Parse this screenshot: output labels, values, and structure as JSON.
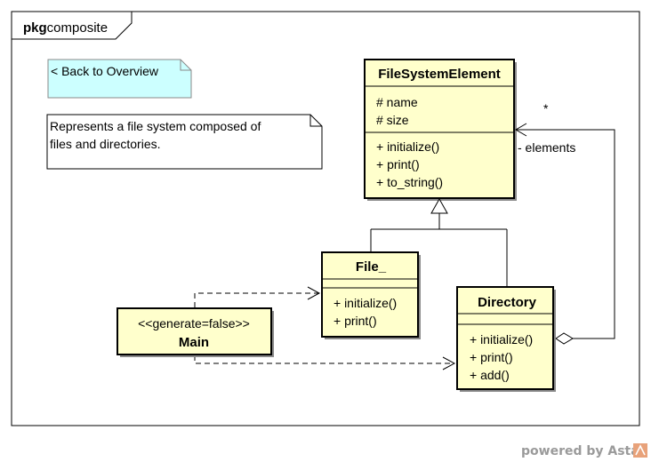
{
  "package": {
    "keyword": "pkg",
    "name": "composite"
  },
  "notes": {
    "back_link": "< Back to Overview",
    "description_line1": "Represents a file system composed of",
    "description_line2": "files and directories."
  },
  "classes": {
    "file_system_element": {
      "name": "FileSystemElement",
      "attributes": [
        "# name",
        "# size"
      ],
      "operations": [
        "+ initialize()",
        "+ print()",
        "+ to_string()"
      ]
    },
    "file": {
      "name": "File_",
      "operations": [
        "+ initialize()",
        "+ print()"
      ]
    },
    "directory": {
      "name": "Directory",
      "operations": [
        "+ initialize()",
        "+ print()",
        "+ add()"
      ]
    },
    "main": {
      "stereotype": "<<generate=false>>",
      "name": "Main"
    }
  },
  "association": {
    "role": "- elements",
    "multiplicity": "*"
  },
  "watermark": {
    "text": "powered by Astah"
  },
  "colors": {
    "class_fill": "#ffffcc",
    "note_link_fill": "#ccffff",
    "note_fill": "#ffffff",
    "watermark_accent": "#e8a27a"
  }
}
